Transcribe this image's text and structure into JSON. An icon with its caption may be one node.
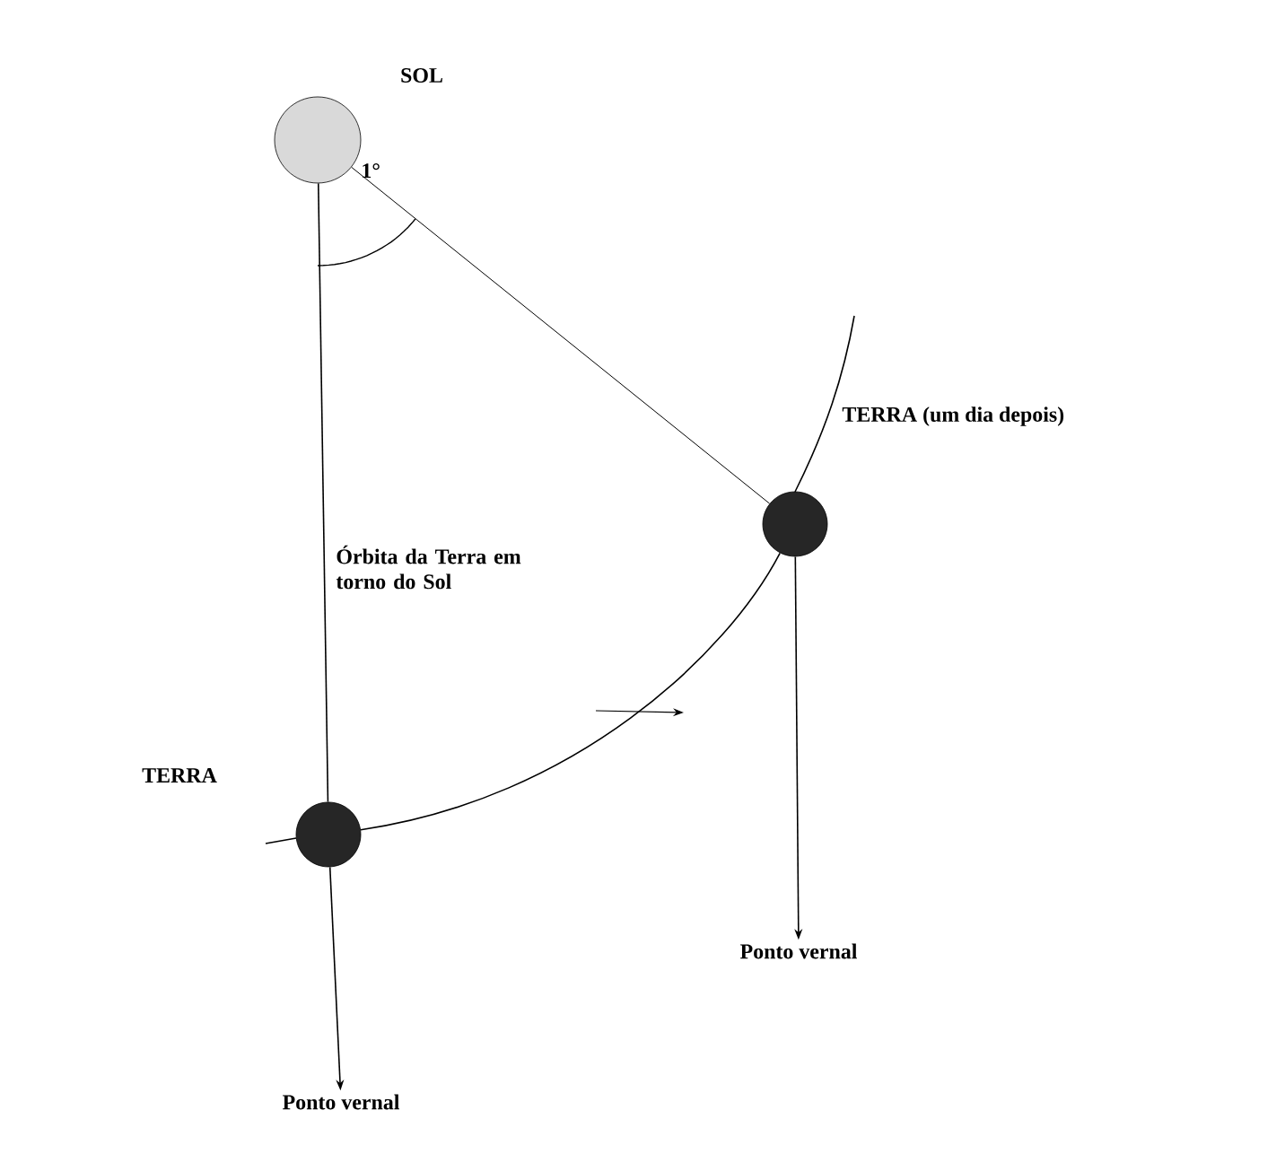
{
  "diagram": {
    "nodes": [
      {
        "text": [],
        "shape": "circle",
        "beside": [
          "SOL"
        ]
      },
      {
        "text": [],
        "shape": "circle",
        "beside": [
          "TERRA (um dia depois)"
        ]
      },
      {
        "text": [],
        "shape": "circle",
        "beside": [
          "TERRA"
        ]
      },
      {
        "text": [
          "Ponto vernal"
        ]
      },
      {
        "text": [
          "Ponto vernal"
        ]
      }
    ],
    "edges": [
      {
        "from": 0,
        "to": 2,
        "arrow": "none"
      },
      {
        "from": 0,
        "to": 1,
        "arrow": "none"
      },
      {
        "from": 2,
        "to": 1,
        "arrow": "none"
      },
      {
        "from": 1,
        "to": 3,
        "arrow": "to"
      },
      {
        "from": 2,
        "to": 4,
        "arrow": "to"
      }
    ],
    "labels": [
      "1°",
      "Órbita da Terra em torno do Sol"
    ]
  }
}
